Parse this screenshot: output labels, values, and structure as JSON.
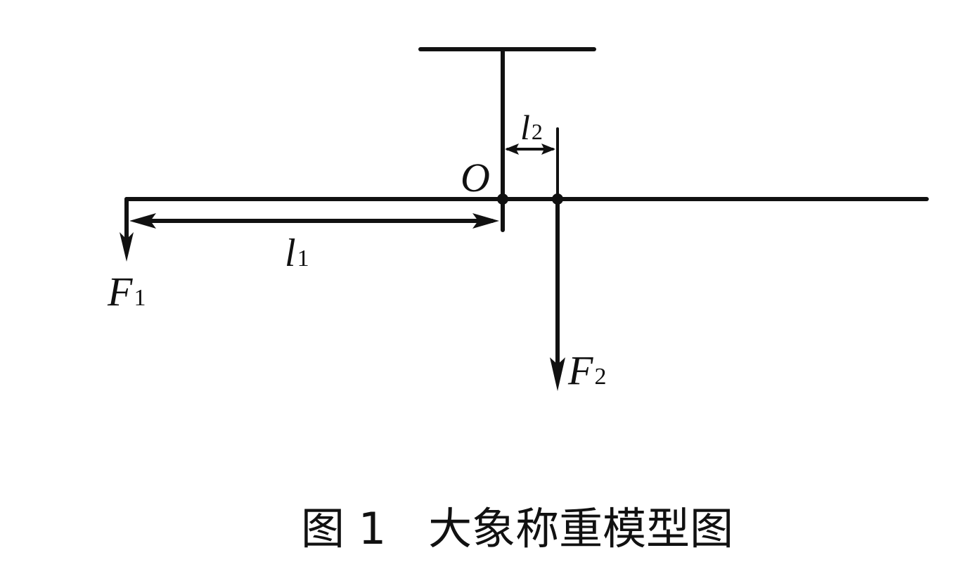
{
  "labels": {
    "pivot": "O",
    "arm1_sym": "l",
    "arm1_sub": "1",
    "arm2_sym": "l",
    "arm2_sub": "2",
    "force1_sym": "F",
    "force1_sub": "1",
    "force2_sym": "F",
    "force2_sub": "2"
  },
  "caption": {
    "number": "图 1",
    "title": "大象称重模型图"
  },
  "colors": {
    "ink": "#111111",
    "background": "#ffffff"
  }
}
